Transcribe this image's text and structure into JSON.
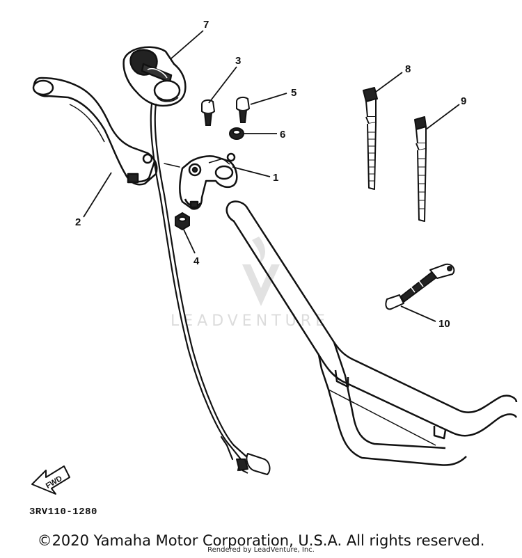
{
  "diagram": {
    "callouts": [
      "1",
      "2",
      "3",
      "4",
      "5",
      "6",
      "7",
      "8",
      "9",
      "10"
    ],
    "fwd_label": "FWD",
    "part_code": "3RV110-1280",
    "watermark": "LEADVENTURE",
    "copyright": "©2020 Yamaha Motor Corporation, U.S.A. All rights reserved.",
    "rendered_by": "Rendered by LeadVenture, Inc."
  }
}
